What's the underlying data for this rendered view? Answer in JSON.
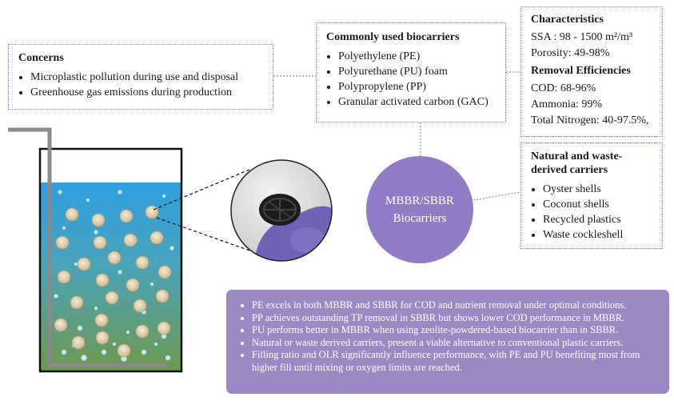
{
  "concerns": {
    "title": "Concerns",
    "items": [
      "Microplastic pollution during use and disposal",
      "Greenhouse gas emissions during production"
    ]
  },
  "common_biocarriers": {
    "title": "Commonly used biocarriers",
    "items": [
      "Polyethylene (PE)",
      "Polyurethane (PU) foam",
      "Polypropylene (PP)",
      "Granular activated carbon (GAC)"
    ]
  },
  "characteristics": {
    "title": "Characteristics",
    "ssa": "SSA : 98 - 1500 m²/m³",
    "porosity": "Porosity: 49-98%",
    "removal_title": "Removal Efficiencies",
    "cod": "COD: 68-96%",
    "ammonia": "Ammonia:  99%",
    "total_nitrogen": "Total Nitrogen: 40-97.5%,"
  },
  "natural_carriers": {
    "title": "Natural and waste-derived carriers",
    "items": [
      "Oyster shells",
      "Coconut shells",
      "Recycled plastics",
      "Waste cockleshell"
    ]
  },
  "center": {
    "line1": "MBBR/SBBR",
    "line2": "Biocarriers"
  },
  "summary": {
    "items": [
      "PE excels in both MBBR and SBBR for COD and nutrient removal under optimal conditions.",
      "PP achieves outstanding TP removal in SBBR but shows lower COD performance in MBBR.",
      "PU performs better in MBBR when using zeolite-powdered-based biocarrier than in SBBR.",
      "Natural or waste derived carriers, present a viable alternative to conventional plastic carriers.",
      "Filling ratio and OLR significantly influence performance, with PE and PU benefiting most from higher fill until mixing or oxygen limits are reached."
    ]
  },
  "colors": {
    "accent_purple": "#8f7cc4",
    "summary_purple": "#9b88c4",
    "water_top": "#2e9fe0",
    "water_bottom": "#6e9a4c",
    "carrier_beige": "#e8d9b8",
    "glove_purple": "#6f63b6"
  }
}
